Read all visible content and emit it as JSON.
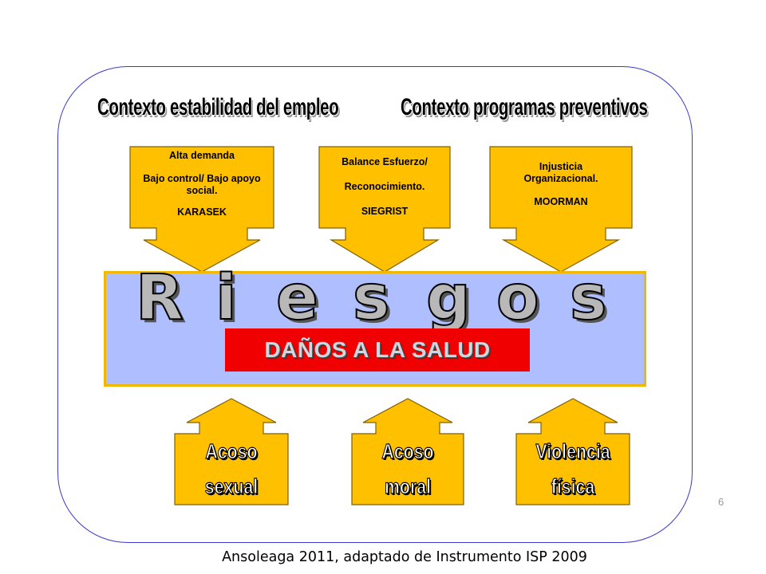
{
  "contexts": {
    "left": "Contexto estabilidad del empleo",
    "right": "Contexto programas preventivos"
  },
  "top_arrows": [
    {
      "lines": [
        "Alta demanda",
        "Bajo control/  Bajo apoyo social.",
        "KARASEK"
      ]
    },
    {
      "lines": [
        "Balance Esfuerzo/",
        "Reconocimiento.",
        "SIEGRIST"
      ]
    },
    {
      "lines": [
        "Injusticia Organizacional.",
        "MOORMAN"
      ]
    }
  ],
  "riesgos_letters": [
    "R",
    "i",
    "e",
    "s",
    "g",
    "o",
    "s"
  ],
  "danos_label": "DAÑOS A LA SALUD",
  "bottom_boxes": [
    {
      "line1": "Acoso",
      "line2": "sexual"
    },
    {
      "line1": "Acoso",
      "line2": "moral"
    },
    {
      "line1": "Violencia",
      "line2": "física"
    }
  ],
  "page_number": "6",
  "caption": "Ansoleaga 2011, adaptado de Instrumento ISP 2009",
  "colors": {
    "arrow_fill": "#FFC000",
    "arrow_stroke": "#7F6000",
    "riesgos_bg": "#AEBEFF",
    "riesgos_border": "#F2B800",
    "danos_bg": "#F00000",
    "frame": "#3A3AD0"
  }
}
